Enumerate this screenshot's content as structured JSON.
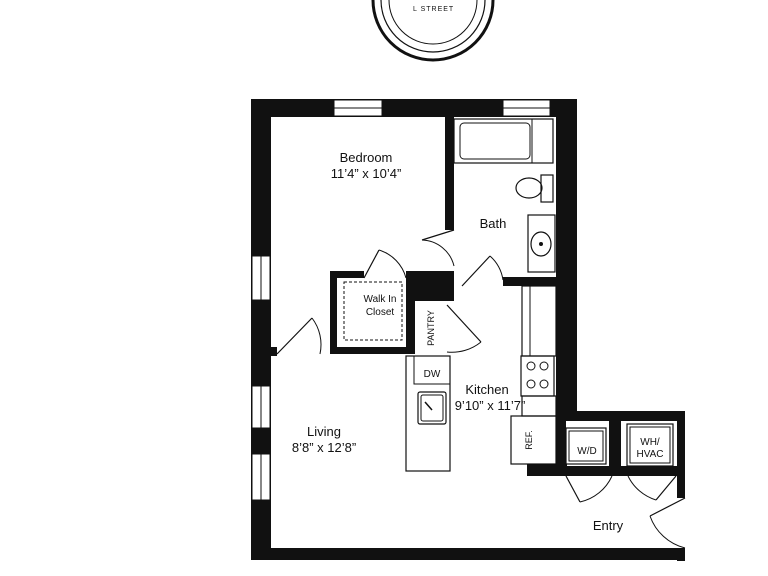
{
  "rooms": {
    "bedroom": {
      "name": "Bedroom",
      "dims": "11’4” x 10’4”"
    },
    "bath": {
      "name": "Bath"
    },
    "walk_in_closet": {
      "line1": "Walk In",
      "line2": "Closet"
    },
    "pantry": {
      "name": "PANTRY"
    },
    "dishwasher": {
      "name": "DW"
    },
    "kitchen": {
      "name": "Kitchen",
      "dims": "9’10” x 11’7”"
    },
    "refrigerator": {
      "name": "REF."
    },
    "washer_dryer": {
      "name": "W/D"
    },
    "wh_hvac": {
      "line1": "WH/",
      "line2": "HVAC"
    },
    "living": {
      "name": "Living",
      "dims": "8’8” x 12’8”"
    },
    "entry": {
      "name": "Entry"
    }
  },
  "compass": {
    "text": "L STREET"
  }
}
